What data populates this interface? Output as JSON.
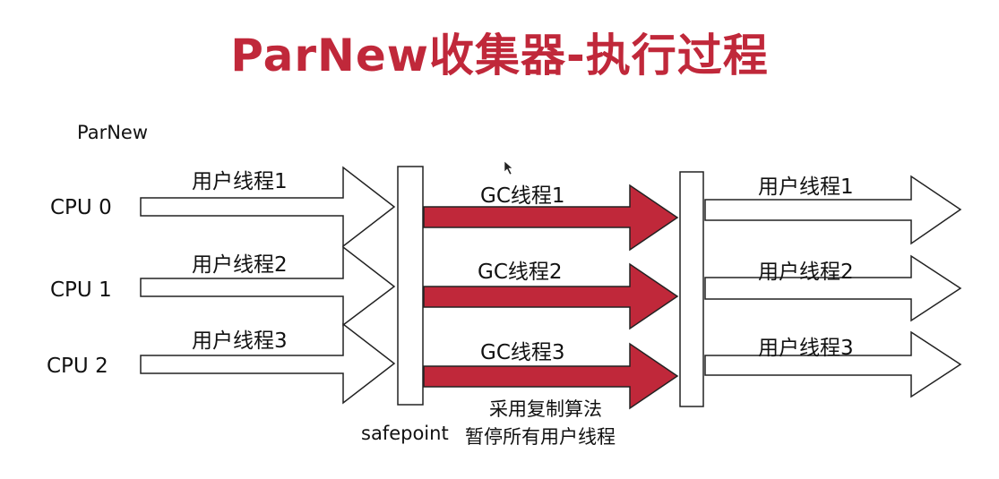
{
  "title": "ParNew收集器-执行过程",
  "subtitle": "ParNew",
  "cpus": [
    "CPU 0",
    "CPU 1",
    "CPU 2"
  ],
  "user_threads_before": [
    "用户线程1",
    "用户线程2",
    "用户线程3"
  ],
  "gc_threads": [
    "GC线程1",
    "GC线程2",
    "GC线程3"
  ],
  "user_threads_after": [
    "用户线程1",
    "用户线程2",
    "用户线程3"
  ],
  "notes": {
    "copy_algorithm": "采用复制算法",
    "safepoint": "safepoint",
    "pause_all": "暂停所有用户线程"
  },
  "colors": {
    "title": "#c0283a",
    "gc_arrow": "#c0283a",
    "outline": "#222222"
  }
}
